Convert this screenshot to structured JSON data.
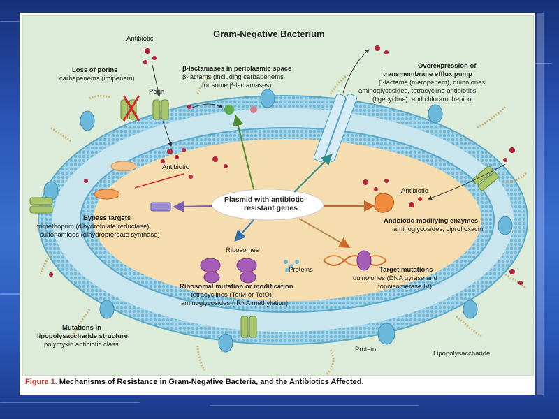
{
  "figure": {
    "title": "Gram-Negative Bacterium",
    "caption_prefix": "Figure 1.",
    "caption": "Mechanisms of Resistance in Gram-Negative Bacteria, and the Antibiotics Affected."
  },
  "center": {
    "line1": "Plasmid with antibiotic-",
    "line2": "resistant genes"
  },
  "labels": {
    "antibiotic_top": "Antibiotic",
    "antibiotic_mid": "Antibiotic",
    "antibiotic_right": "Antibiotic",
    "porin": "Porin",
    "ribosomes": "Ribosomes",
    "proteins": "Proteins",
    "protein": "Protein",
    "lipopolysaccharide": "Lipopolysaccharide"
  },
  "mechanisms": {
    "porins": {
      "title": "Loss of porins",
      "detail": "carbapenems (imipenem)"
    },
    "betalactamases": {
      "title": "β-lactamases in periplasmic space",
      "detail1": "β-lactams (including carbapenems",
      "detail2": "for some β-lactamases)"
    },
    "efflux": {
      "title1": "Overexpression of",
      "title2": "transmembrane efflux pump",
      "detail1": "β-lactams (meropenem), quinolones,",
      "detail2": "aminoglycosides, tetracycline antibiotics",
      "detail3": "(tigecycline), and chloramphenicol"
    },
    "bypass": {
      "title": "Bypass targets",
      "detail1": "trimethoprim (dihydrofolate reductase),",
      "detail2": "sulfonamides (dihydropteroate synthase)"
    },
    "enzymes": {
      "title": "Antibiotic-modifying enzymes",
      "detail": "aminoglycosides, ciprofloxacin"
    },
    "ribosomal": {
      "title": "Ribosomal mutation or modification",
      "detail1": "tetracyclines (TetM or TetO),",
      "detail2": "aminoglycosides (rRNA methylation)"
    },
    "target": {
      "title": "Target mutations",
      "detail1": "quinolones (DNA gyrase and",
      "detail2": "topoisomerase IV)"
    },
    "lps": {
      "title1": "Mutations in",
      "title2": "lipopolysaccharide structure",
      "detail": "polymyxin antibiotic class"
    }
  },
  "colors": {
    "figure_bg": "#ddecd8",
    "membrane": "#8ec9e0",
    "cytoplasm": "#f6ddb0",
    "antibiotic": "#b5223a",
    "enzyme": "#f08a3c",
    "porin": "#a9c76a",
    "bypass": "#9b8fd6",
    "ribosome": "#a55cb4",
    "arrow_green": "#4f8a2e",
    "arrow_teal": "#2d8c8c",
    "arrow_purple": "#7a5fb0",
    "arrow_orange": "#c86a2a",
    "arrow_blue": "#2f6fb0",
    "caption_figure": "#c0392b"
  }
}
